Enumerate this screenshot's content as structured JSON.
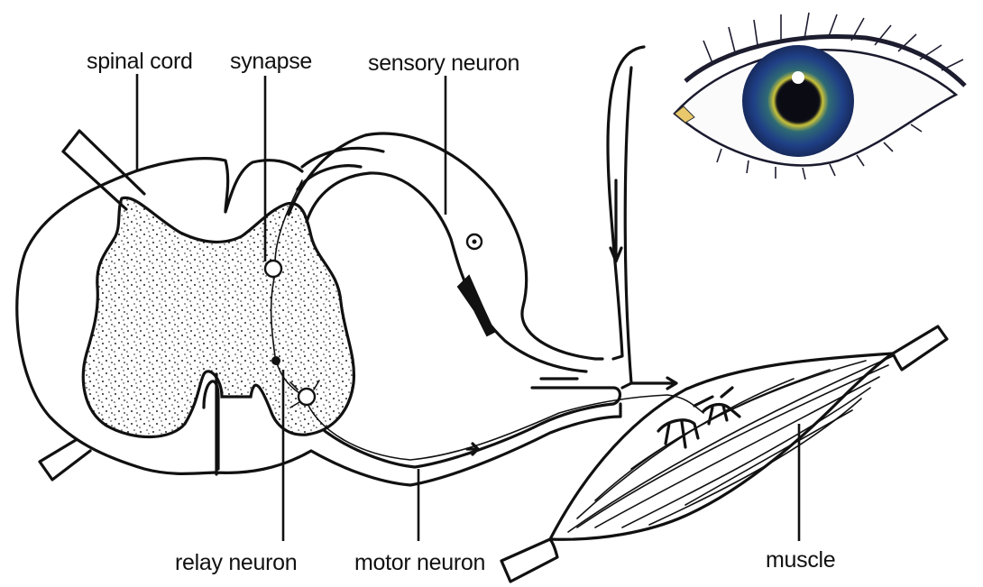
{
  "labels": {
    "spinal_cord": "spinal cord",
    "synapse": "synapse",
    "sensory_neuron": "sensory neuron",
    "relay_neuron": "relay neuron",
    "motor_neuron": "motor neuron",
    "muscle": "muscle"
  },
  "colors": {
    "ink": "#111111",
    "iris_outer": "#1f3f86",
    "iris_mid": "#2f6b74",
    "iris_ring": "#c9c23a",
    "pupil": "#0b0b14",
    "caruncle": "#e8c86a"
  }
}
